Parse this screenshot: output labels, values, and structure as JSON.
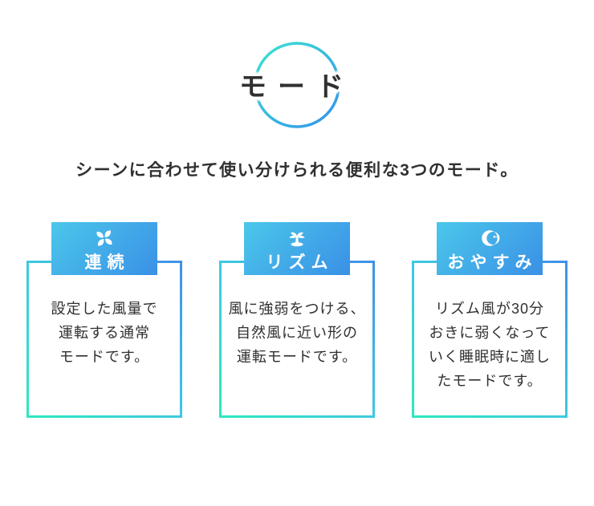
{
  "header": {
    "title": "モード",
    "subtitle": "シーンに合わせて使い分けられる便利な3つのモード。"
  },
  "modes": [
    {
      "label": "連続",
      "icon": "fan-icon",
      "text": "設定した風量で運転する通常モードです。",
      "lines": [
        "設定した風量で",
        "運転する通常",
        "モードです。"
      ]
    },
    {
      "label": "リズム",
      "icon": "palm-tree-icon",
      "text": "風に強弱をつける、自然風に近い形の運転モードです。",
      "lines": [
        "風に強弱をつける、",
        "自然風に近い形の",
        "運転モードです。"
      ]
    },
    {
      "label": "おやすみ",
      "icon": "crescent-moon-icon",
      "text": "リズム風が30分おきに弱くなっていく睡眠時に適したモードです。",
      "lines": [
        "リズム風が30分",
        "おきに弱くなって",
        "いく睡眠時に適し",
        "たモードです。"
      ]
    }
  ],
  "colors": {
    "teal": "#2DE9BD",
    "cyan": "#3EC9E2",
    "blue": "#3F8FE8",
    "badge-start": "#4BC7EA",
    "badge-end": "#3A90E6",
    "ring-start": "#3EE3D2",
    "ring-end": "#3392EC",
    "text": "#303030"
  }
}
